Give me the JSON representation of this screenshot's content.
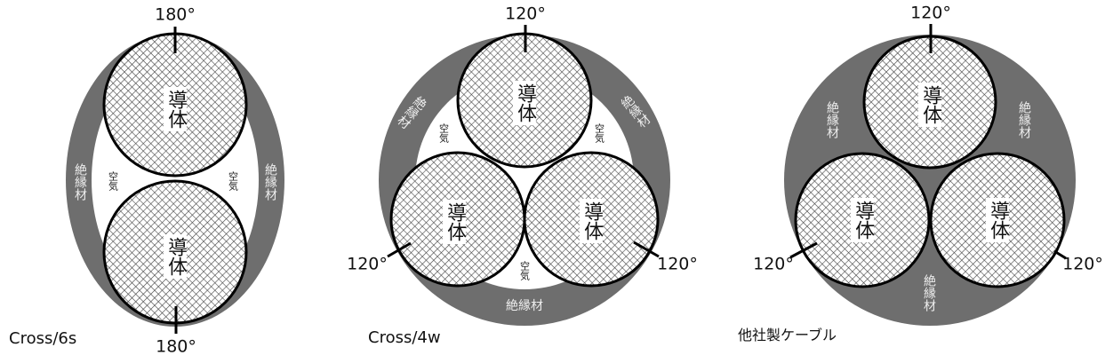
{
  "colors": {
    "insulation": "#6e6e6e",
    "outline": "#000000",
    "hatch": "#555555",
    "background": "#ffffff"
  },
  "diagrams": [
    {
      "caption": "Cross/6s",
      "angle_labels": [
        "180°",
        "180°"
      ],
      "conductor_label": "導体",
      "insulation_label": "絶縁材",
      "air_label": "空気"
    },
    {
      "caption": "Cross/4w",
      "angle_labels": [
        "120°",
        "120°",
        "120°"
      ],
      "conductor_label": "導体",
      "insulation_label": "絶縁材",
      "air_label": "空気"
    },
    {
      "caption": "他社製ケーブル",
      "angle_labels": [
        "120°",
        "120°",
        "120°"
      ],
      "conductor_label": "導体",
      "insulation_label": "絶縁材"
    }
  ]
}
